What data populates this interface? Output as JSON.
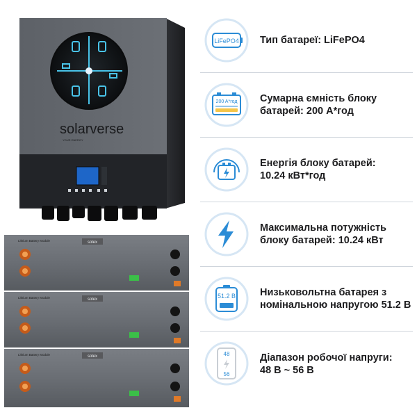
{
  "brand": {
    "inverter_logo": "solarverse",
    "inverter_tagline": "YOUR ENERGY",
    "battery_module_label": "Lithium Battery Module",
    "battery_logo": "solex"
  },
  "specs": [
    {
      "icon": "battery-type-icon",
      "icon_text": "LiFePO4",
      "lines": [
        "Тип батареї: LiFePO4"
      ]
    },
    {
      "icon": "battery-capacity-icon",
      "icon_text": "200 A*год",
      "lines": [
        "Сумарна ємність блоку",
        "батарей: 200 А*год"
      ]
    },
    {
      "icon": "battery-energy-icon",
      "icon_text": "",
      "lines": [
        "Енергія блоку батарей:",
        "10.24 кВт*год"
      ]
    },
    {
      "icon": "lightning-icon",
      "icon_text": "",
      "lines": [
        "Максимальна потужність",
        "блоку батарей: 10.24 кВт"
      ]
    },
    {
      "icon": "voltage-battery-icon",
      "icon_text": "51.2 B",
      "lines": [
        "Низьковольтна батарея з",
        "номінальною напругою 51.2 В"
      ]
    },
    {
      "icon": "voltage-range-icon",
      "icon_text_top": "48",
      "icon_text_bottom": "56",
      "lines": [
        "Діапазон робочої напруги:",
        "48 В ~ 56  В"
      ]
    }
  ],
  "colors": {
    "accent_blue": "#2b8cd6",
    "icon_ring": "#d6e6f4",
    "text": "#1d1d1f",
    "divider": "#cfd5dc"
  }
}
